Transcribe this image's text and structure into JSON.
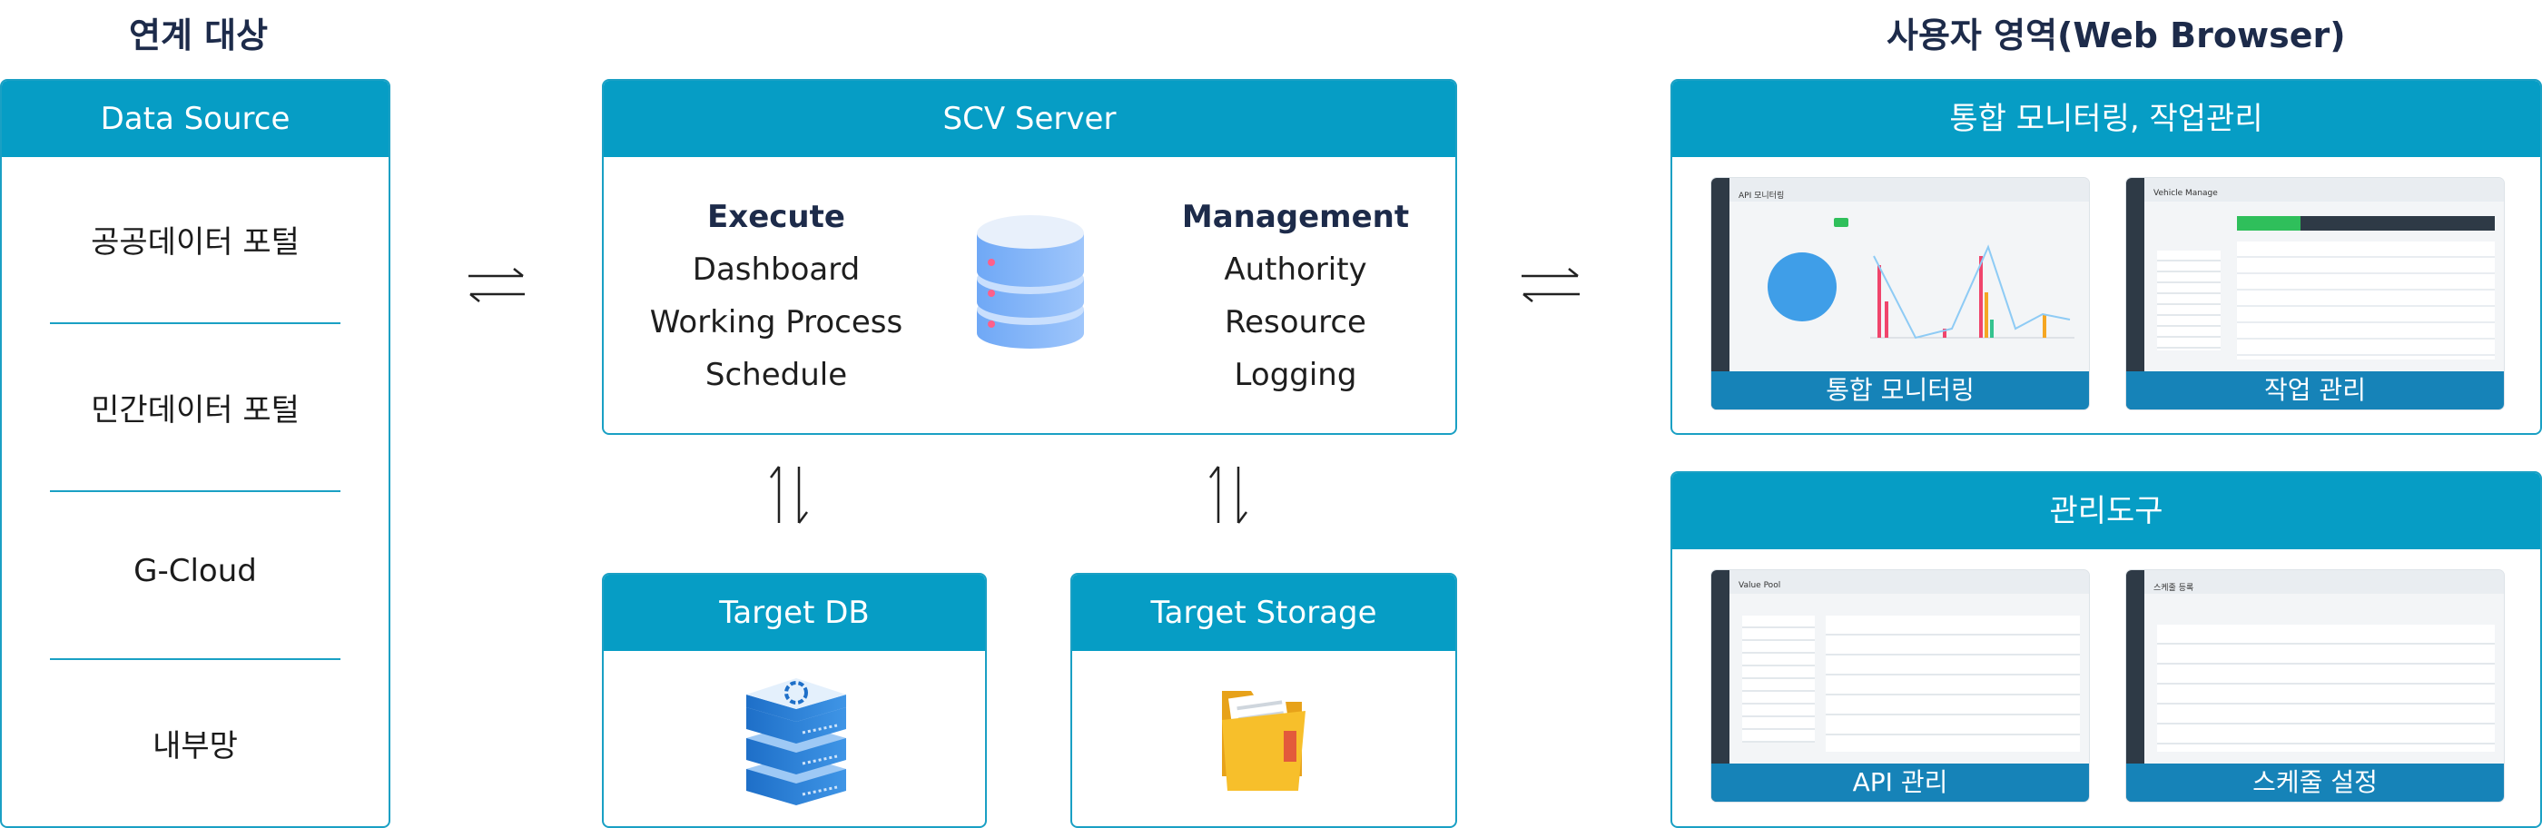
{
  "titles": {
    "left": "연계 대상",
    "right": "사용자 영역(Web Browser)"
  },
  "data_source": {
    "header": "Data Source",
    "items": [
      "공공데이터 포털",
      "민간데이터 포털",
      "G-Cloud",
      "내부망"
    ]
  },
  "scv_server": {
    "header": "SCV Server",
    "execute": {
      "heading": "Execute",
      "items": [
        "Dashboard",
        "Working Process",
        "Schedule"
      ]
    },
    "management": {
      "heading": "Management",
      "items": [
        "Authority",
        "Resource",
        "Logging"
      ]
    }
  },
  "target_db": {
    "header": "Target DB"
  },
  "target_storage": {
    "header": "Target Storage"
  },
  "monitoring_panel": {
    "header": "통합 모니터링, 작업관리",
    "shots": [
      {
        "caption": "통합 모니터링",
        "window_title": "API 모니터링"
      },
      {
        "caption": "작업 관리",
        "window_title": "Vehicle Manage"
      }
    ]
  },
  "admin_panel": {
    "header": "관리도구",
    "shots": [
      {
        "caption": "API 관리",
        "window_title": "Value Pool"
      },
      {
        "caption": "스케줄 설정",
        "window_title": "스케줄 등록"
      }
    ]
  },
  "colors": {
    "accent": "#069dc5",
    "border": "#1aa0c4",
    "caption": "#1683b8",
    "title": "#1d2b4a"
  }
}
